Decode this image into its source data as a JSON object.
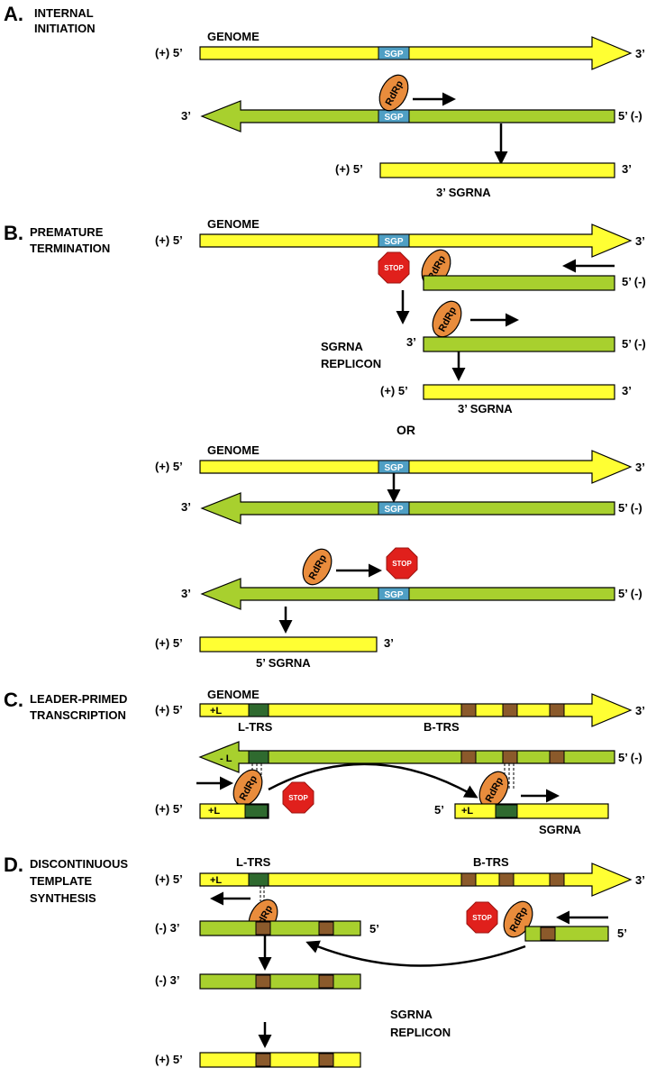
{
  "colors": {
    "plus_strand": "#ffff33",
    "minus_strand": "#a8d02e",
    "sgp_box": "#4f9fc4",
    "rdrp": "#e98c3c",
    "stop": "#e0201c",
    "l_trs": "#2f6a2f",
    "b_trs": "#8b5a2b",
    "outline": "#000000"
  },
  "icons": {
    "rdrp": "rdrp-oval-icon",
    "stop": "stop-sign-icon",
    "arrow": "arrow-icon"
  },
  "common": {
    "genome": "GENOME",
    "sgp": "SGP",
    "rdrp": "RdRp",
    "stop": "STOP",
    "plus5": "(+) 5’",
    "five": "5’",
    "three": "3’",
    "minus5": "5’ (-)",
    "minus3": "(-) 3’",
    "plus_l": "+L",
    "minus_l": "- L",
    "l_trs": "L-TRS",
    "b_trs": "B-TRS"
  },
  "sections": {
    "a": {
      "letter": "A.",
      "title1": "INTERNAL",
      "title2": "INITIATION",
      "product": "3’ SGRNA"
    },
    "b": {
      "letter": "B.",
      "title1": "PREMATURE",
      "title2": "TERMINATION",
      "replicon1": "SGRNA",
      "replicon2": "REPLICON",
      "product3": "3’ SGRNA",
      "or": "OR",
      "product5": "5’ SGRNA"
    },
    "c": {
      "letter": "C.",
      "title1": "LEADER-PRIMED",
      "title2": "TRANSCRIPTION",
      "product": "SGRNA"
    },
    "d": {
      "letter": "D.",
      "title1": "DISCONTINUOUS",
      "title2": "TEMPLATE",
      "title3": "SYNTHESIS",
      "replicon1": "SGRNA",
      "replicon2": "REPLICON"
    }
  }
}
